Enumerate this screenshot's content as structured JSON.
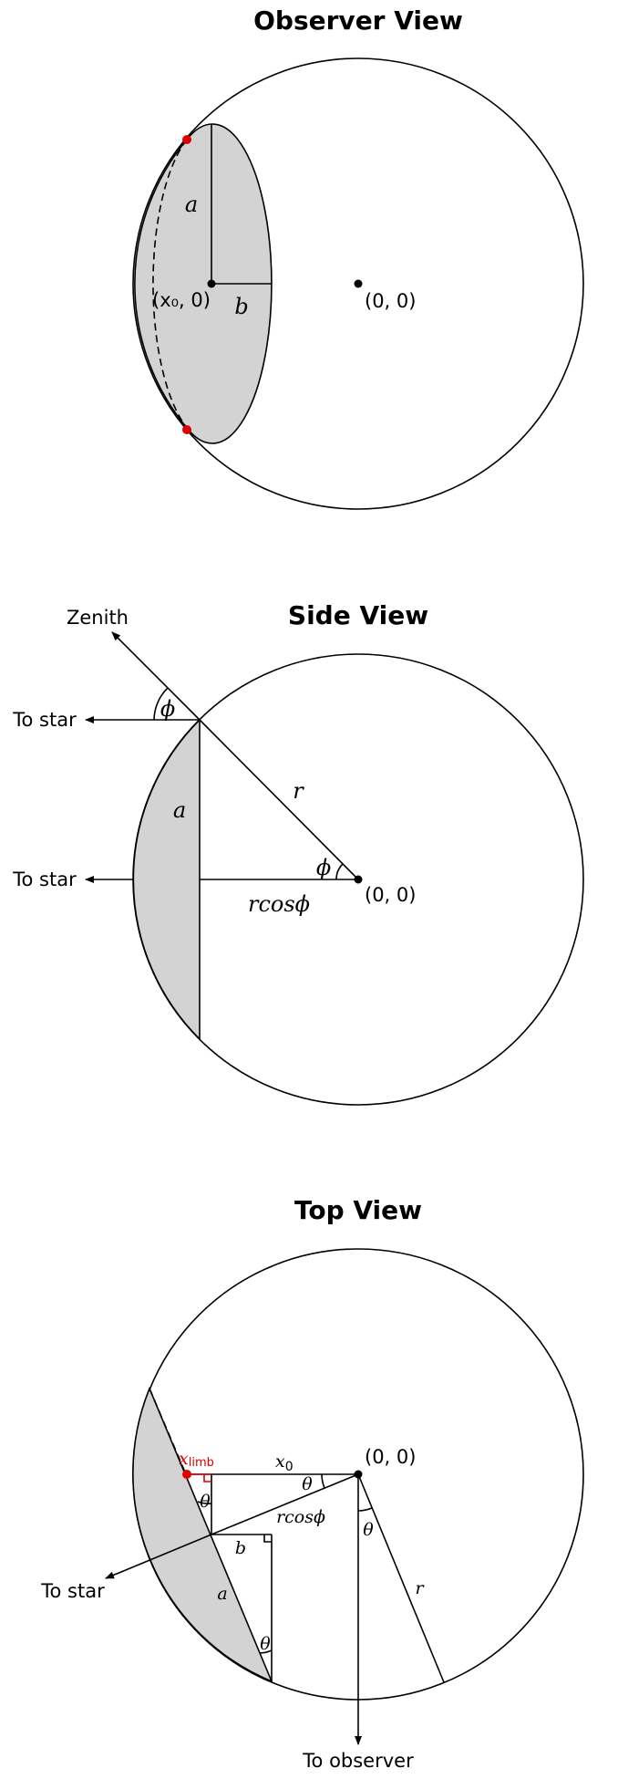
{
  "observer_view": {
    "title": "Observer View",
    "label_a": "a",
    "label_b": "b",
    "label_x0_origin": "(x₀, 0)",
    "label_origin": "(0, 0)"
  },
  "side_view": {
    "title": "Side View",
    "label_zenith": "Zenith",
    "label_to_star_top": "To star",
    "label_to_star_mid": "To star",
    "label_phi_top": "ϕ",
    "label_phi_center": "ϕ",
    "label_r": "r",
    "label_a": "a",
    "label_rcosphi": "rcosϕ",
    "label_origin": "(0, 0)"
  },
  "top_view": {
    "title": "Top View",
    "label_xlimb_main": "x",
    "label_xlimb_sub": "limb",
    "label_x0_main": "x",
    "label_x0_sub": "0",
    "label_origin": "(0, 0)",
    "label_theta_center": "θ",
    "label_theta_left": "θ",
    "label_theta_right": "θ",
    "label_theta_bottom": "θ",
    "label_rcosphi": "rcosϕ",
    "label_b": "b",
    "label_a": "a",
    "label_r": "r",
    "label_to_star": "To star",
    "label_to_observer": "To observer"
  },
  "colors": {
    "shade": "#d3d3d3",
    "limb_marker": "#e00000",
    "line": "#000000"
  }
}
